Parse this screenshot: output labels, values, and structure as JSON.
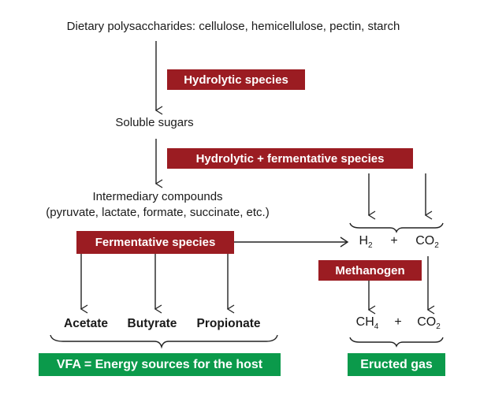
{
  "title": "Dietary polysaccharides: cellulose, hemicellulose, pectin, starch",
  "soluble_sugars": "Soluble sugars",
  "intermediary": {
    "line1": "Intermediary compounds",
    "line2": "(pyruvate, lactate, formate, succinate, etc.)"
  },
  "boxes": {
    "hydrolytic": "Hydrolytic species",
    "hydro_ferm": "Hydrolytic + fermentative species",
    "fermentative": "Fermentative species",
    "methanogen": "Methanogen",
    "vfa": "VFA = Energy sources for the host",
    "eructed": "Eructed gas"
  },
  "products": {
    "acetate": "Acetate",
    "butyrate": "Butyrate",
    "propionate": "Propionate"
  },
  "gases": {
    "h2": "H",
    "h2_sub": "2",
    "plus": "+",
    "co2": "CO",
    "co2_sub": "2",
    "ch4": "CH",
    "ch4_sub": "4"
  },
  "colors": {
    "red": "#9b1c22",
    "green": "#0b9a4b"
  }
}
